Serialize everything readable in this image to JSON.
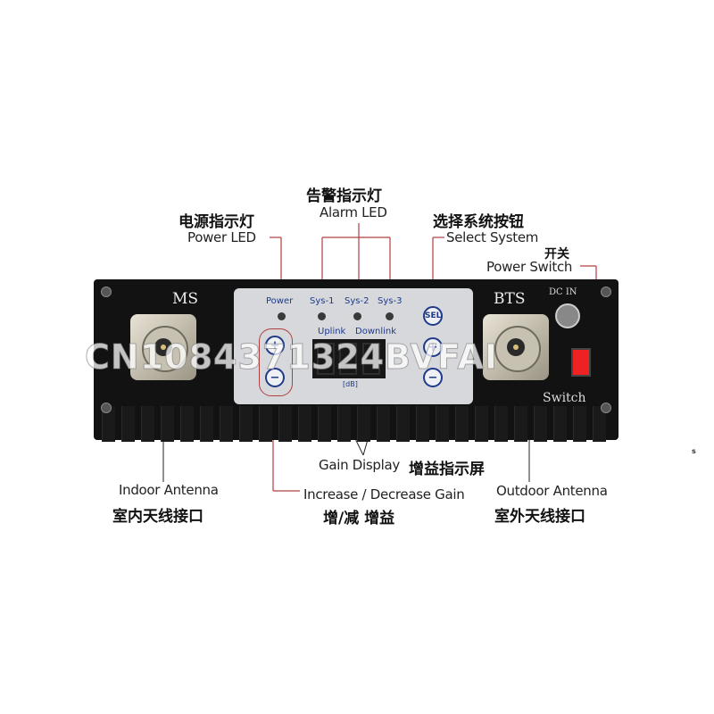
{
  "callouts": {
    "alarm_led": {
      "zh": "告警指示灯",
      "en": "Alarm LED"
    },
    "power_led": {
      "zh": "电源指示灯",
      "en": "Power LED"
    },
    "select_system": {
      "zh": "选择系统按钮",
      "en": "Select System"
    },
    "power_switch": {
      "zh": "开关",
      "en": "Power Switch"
    },
    "gain_display": {
      "en": "Gain Display",
      "zh": "增益指示屏"
    },
    "indoor_antenna": {
      "en": "Indoor Antenna",
      "zh": "室内天线接口"
    },
    "gain_adjust": {
      "en": "Increase / Decrease  Gain",
      "zh": "增/减 增益"
    },
    "outdoor_antenna": {
      "en": "Outdoor Antenna",
      "zh": "室外天线接口"
    }
  },
  "device": {
    "left_port": "MS",
    "right_port": "BTS",
    "dc_in": "DC IN",
    "switch_label": "Switch",
    "panel": {
      "power": "Power",
      "sys1": "Sys-1",
      "sys2": "Sys-2",
      "sys3": "Sys-3",
      "sel": "SEL",
      "uplink": "Uplink",
      "downlink": "Downlink",
      "unit": "[dB]",
      "plus": "+",
      "minus": "−"
    }
  },
  "watermark": "CN1084371324BVFAI",
  "stray_mark": "s",
  "colors": {
    "panel_text": "#1f3a8a",
    "callout_line": "#b04040",
    "switch": "#e22222"
  }
}
